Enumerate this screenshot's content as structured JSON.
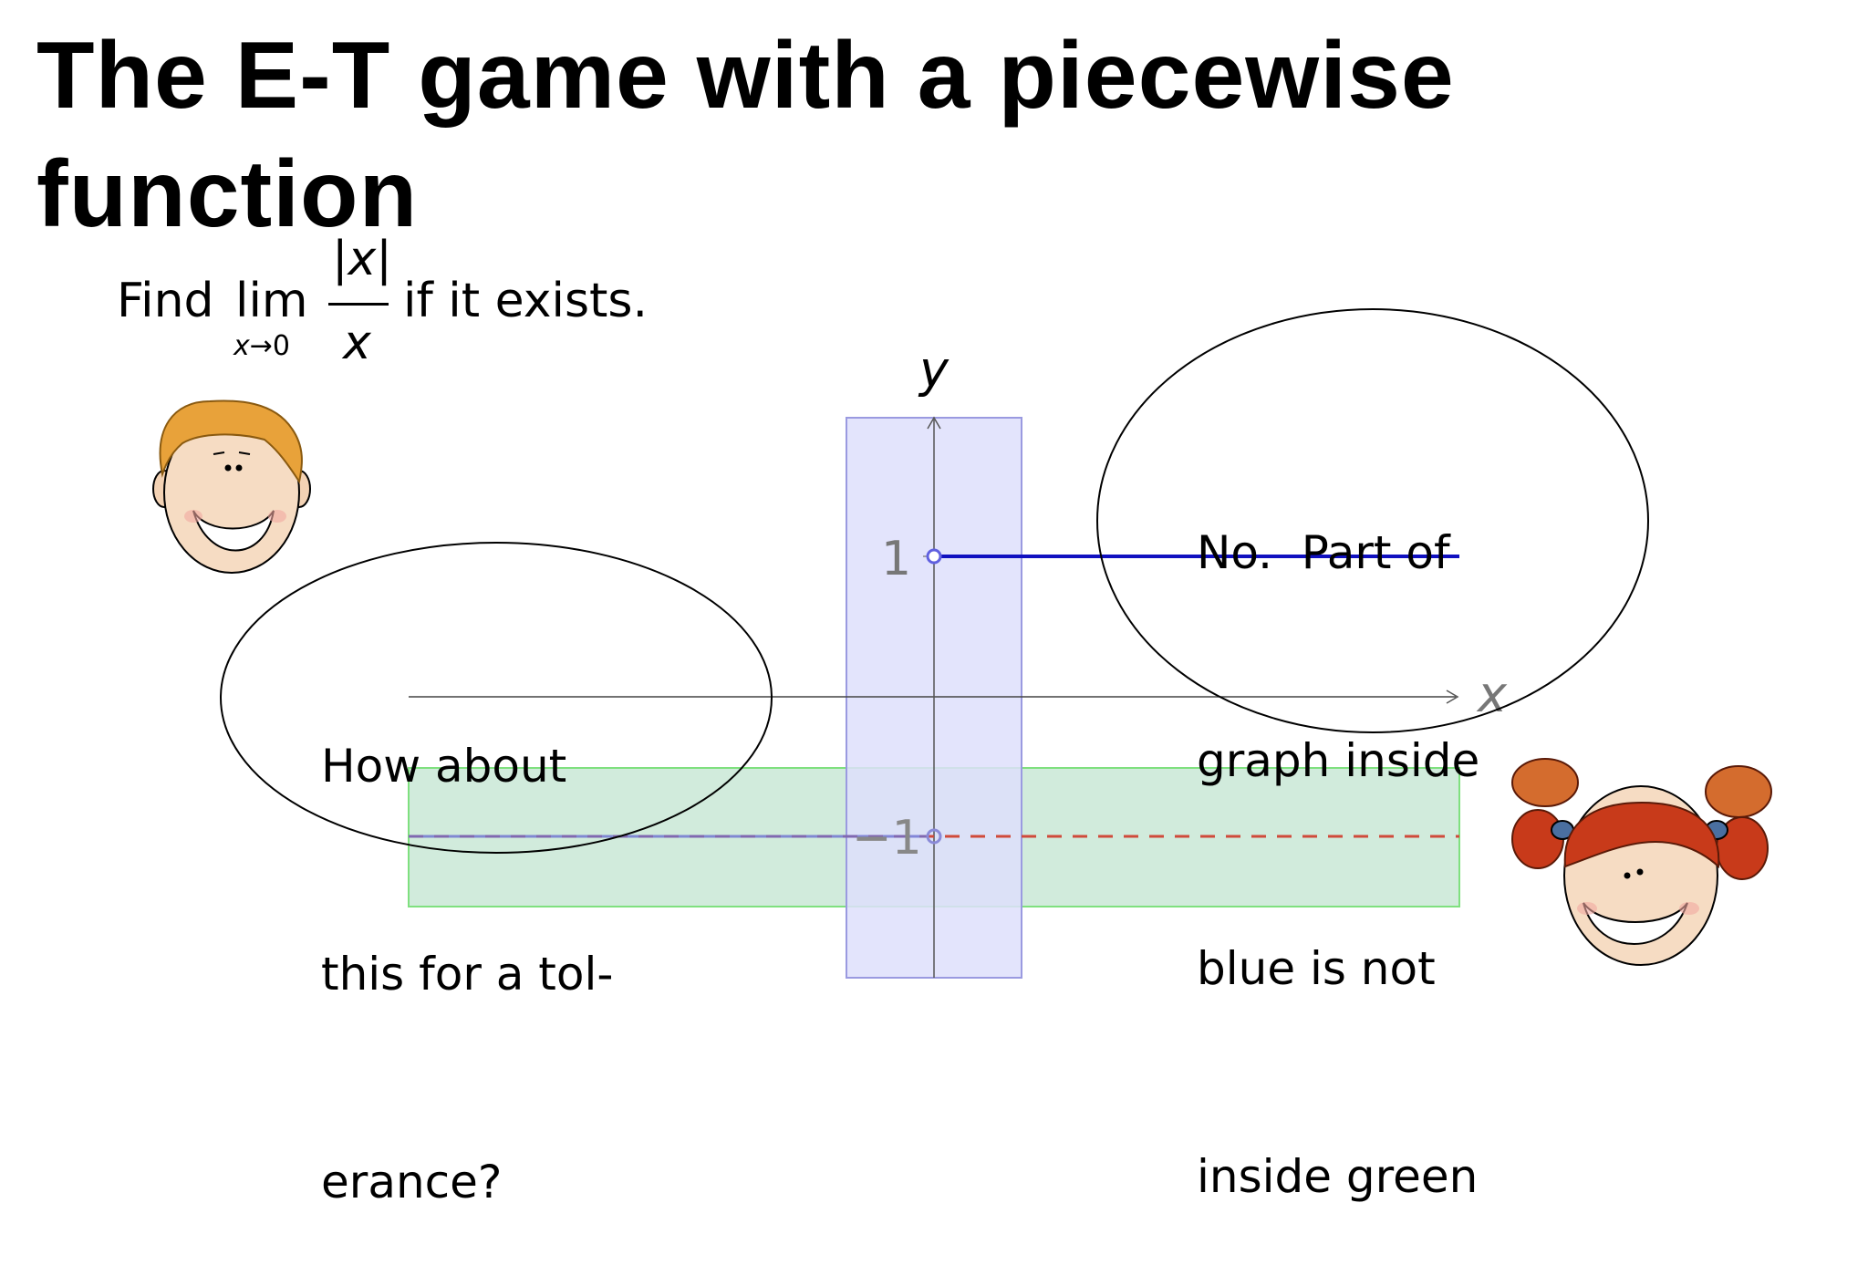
{
  "slide": {
    "title_line1": "The E-T game with a piecewise",
    "title_line2": "function",
    "prompt": {
      "find": "Find",
      "lim": "lim",
      "sub_var": "x",
      "sub_arrow": "→",
      "sub_target": "0",
      "numerator": "|x|",
      "denominator": "x",
      "rest": "if it exists."
    }
  },
  "graph": {
    "y_axis_label": "y",
    "x_axis_label": "x",
    "tick_top": "1",
    "tick_bottom": "−1"
  },
  "bubble_left": {
    "line1": "How about",
    "line2": "this for a tol-",
    "line3": "erance?"
  },
  "bubble_right": {
    "line1": "No.  Part of",
    "line2": "graph inside",
    "line3": "blue is not",
    "line4": "inside green"
  },
  "colors": {
    "blue_band": "#dedffb",
    "green_band": "#c9e8d6",
    "graph_line": "#1010c0",
    "dashed_line": "#d04a3a",
    "boy_hair": "#e8a23a",
    "girl_hair": "#c83a1a"
  }
}
